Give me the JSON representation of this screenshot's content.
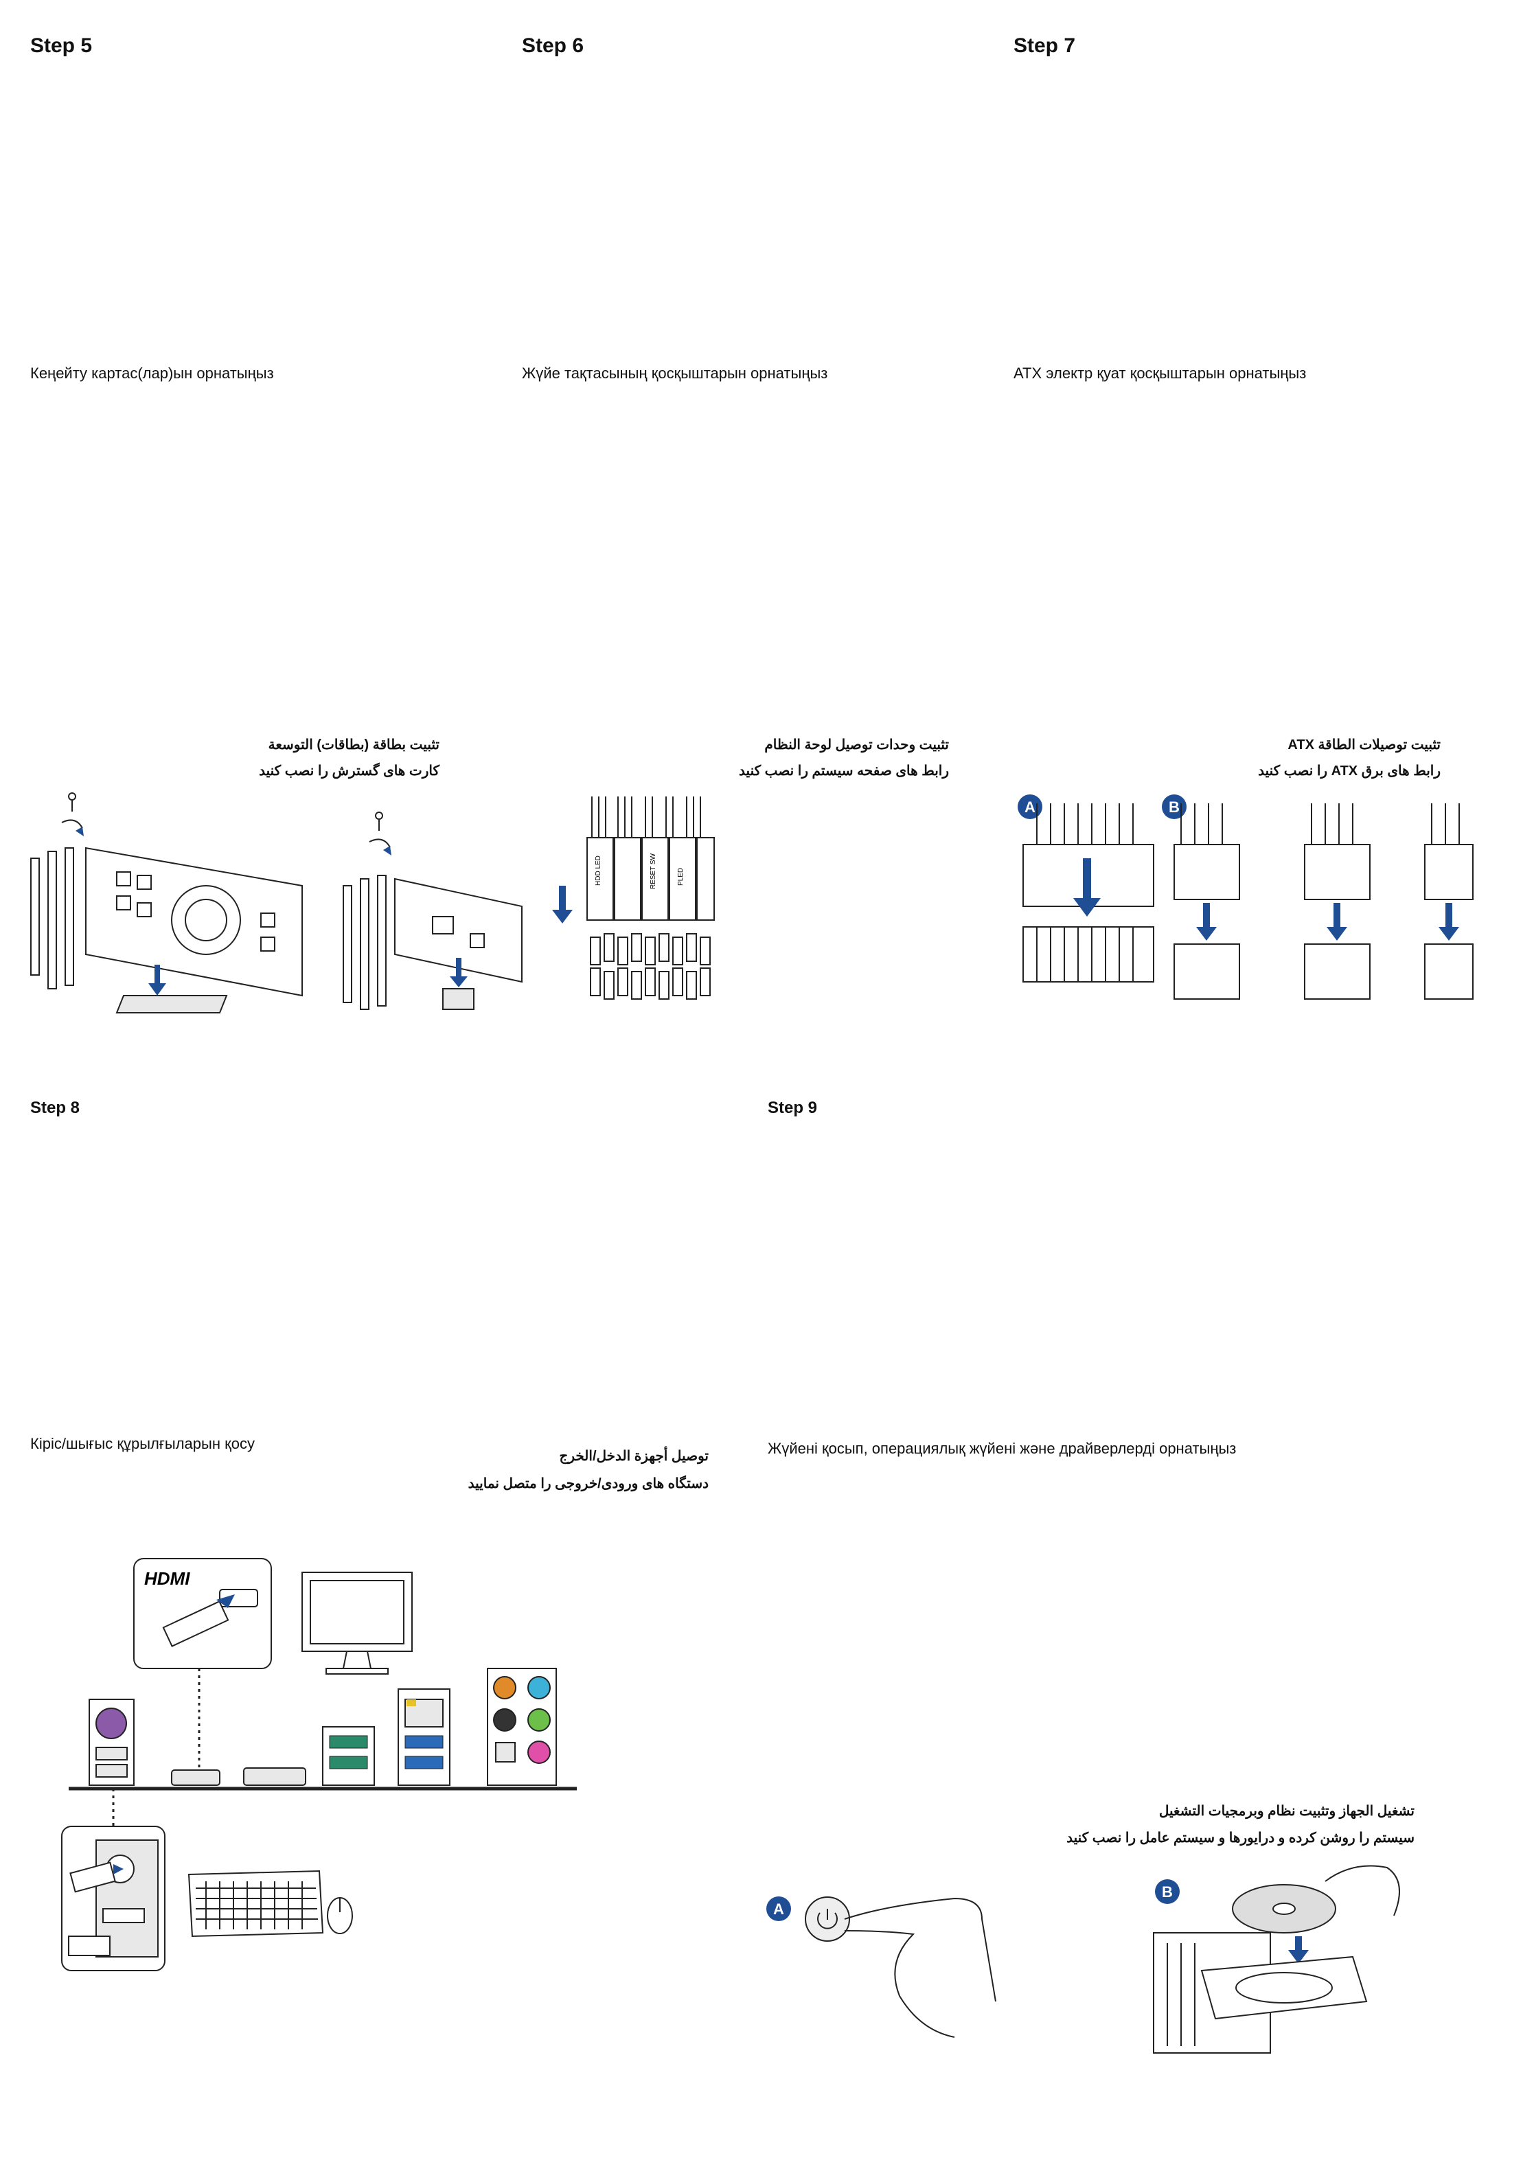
{
  "steps": [
    {
      "heading": "Step 5",
      "kazakh": "Кеңейту картас(лар)ын орнатыңыз",
      "arabic": "تثبيت بطاقة (بطاقات) التوسعة",
      "farsi": "کارت های گسترش را نصب کنید"
    },
    {
      "heading": "Step 6",
      "kazakh": "Жүйе тақтасының қосқыштарын орнатыңыз",
      "arabic": "تثبيت وحدات توصيل لوحة النظام",
      "farsi": "رابط های صفحه سیستم را نصب کنید",
      "pin_labels": [
        "HDD LED",
        "RESET SW",
        "PLED"
      ]
    },
    {
      "heading": "Step 7",
      "kazakh": "ATX электр қуат қосқыштарын орнатыңыз",
      "arabic": "تثبيت توصيلات الطاقة ATX",
      "farsi": "رابط های برق ATX را نصب کنید",
      "badges": [
        "A",
        "B"
      ]
    },
    {
      "heading": "Step 8",
      "kazakh": "Кіріс/шығыс құрылғыларын қосу",
      "arabic": "توصيل أجهزة الدخل/الخرج",
      "farsi": "دستگاه های ورودی/خروجی را متصل نمایید",
      "hdmi_logo": "HDMI"
    },
    {
      "heading": "Step 9",
      "kazakh": "Жүйені қосып, операциялық жүйені және драйверлерді орнатыңыз",
      "arabic": "تشغيل الجهاز وتثبيت نظام وبرمجيات التشغيل",
      "farsi": "سیستم را روشن کرده و درایورها و سیستم عامل را نصب کنید",
      "badges": [
        "A",
        "B"
      ]
    }
  ],
  "colors": {
    "accent": "#1f4e95"
  }
}
